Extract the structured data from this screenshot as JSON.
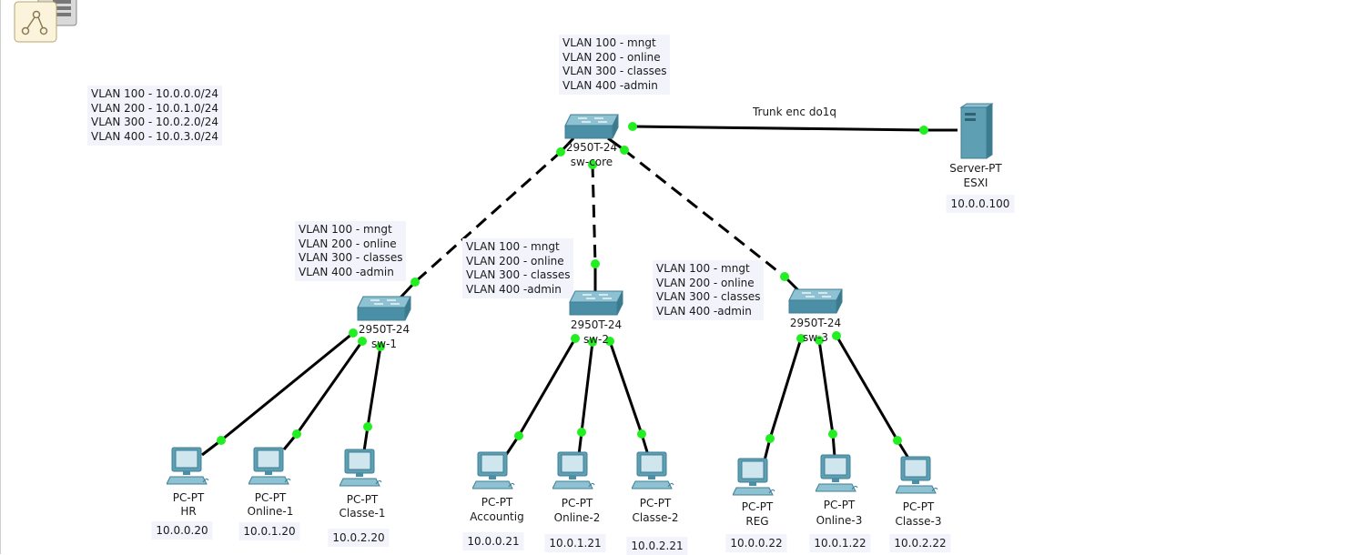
{
  "notes": {
    "subnets": "VLAN 100 - 10.0.0.0/24\nVLAN 200 - 10.0.1.0/24\nVLAN 300 - 10.0.2.0/24\nVLAN 400 - 10.0.3.0/24",
    "core_vlans": "VLAN 100 - mngt\nVLAN 200 - online\nVLAN 300 - classes\nVLAN 400 -admin",
    "sw1_vlans": "VLAN 100 - mngt\nVLAN 200 - online\nVLAN 300 - classes\nVLAN 400 -admin",
    "sw2_vlans": "VLAN 100 - mngt\nVLAN 200 - online\nVLAN 300 - classes\nVLAN 400 -admin",
    "sw3_vlans": "VLAN 100 - mngt\nVLAN 200 - online\nVLAN 300 - classes\nVLAN 400 -admin"
  },
  "trunk_label": "Trunk enc do1q",
  "switches": {
    "core": {
      "model": "2950T-24",
      "name": "sw-core"
    },
    "sw1": {
      "model": "2950T-24",
      "name": "sw-1"
    },
    "sw2": {
      "model": "2950T-24",
      "name": "sw-2"
    },
    "sw3": {
      "model": "2950T-24",
      "name": "sw-3"
    }
  },
  "server": {
    "type": "Server-PT",
    "name": "ESXI",
    "ip": "10.0.0.100"
  },
  "pcs": {
    "hr": {
      "type": "PC-PT",
      "name": "HR",
      "ip": "10.0.0.20"
    },
    "online1": {
      "type": "PC-PT",
      "name": "Online-1",
      "ip": "10.0.1.20"
    },
    "classe1": {
      "type": "PC-PT",
      "name": "Classe-1",
      "ip": "10.0.2.20"
    },
    "accounting": {
      "type": "PC-PT",
      "name": "Accountig",
      "ip": "10.0.0.21"
    },
    "online2": {
      "type": "PC-PT",
      "name": "Online-2",
      "ip": "10.0.1.21"
    },
    "classe2": {
      "type": "PC-PT",
      "name": "Classe-2",
      "ip": "10.0.2.21"
    },
    "reg": {
      "type": "PC-PT",
      "name": "REG",
      "ip": "10.0.0.22"
    },
    "online3": {
      "type": "PC-PT",
      "name": "Online-3",
      "ip": "10.0.1.22"
    },
    "classe3": {
      "type": "PC-PT",
      "name": "Classe-3",
      "ip": "10.0.2.22"
    }
  },
  "colors": {
    "link": "#000000",
    "port_up": "#22ee22",
    "device": "#4a8fa5",
    "note_bg": "#f2f3fb"
  },
  "icons": {
    "tool": "logical-workspace-icon",
    "switch": "switch-icon",
    "pc": "pc-icon",
    "server": "server-icon"
  }
}
